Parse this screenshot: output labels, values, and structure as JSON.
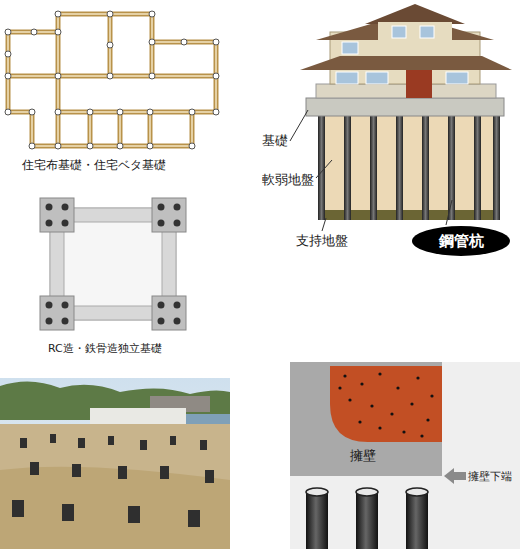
{
  "diagram": {
    "nodes": [
      {
        "text": [
          "鋼管杭"
        ]
      },
      {
        "text": [
          "擁壁"
        ]
      }
    ],
    "labels": [
      "住宅布基礎・住宅ベタ基礎",
      "基礎",
      "軟弱地盤",
      "支持地盤",
      "RC造・鉄骨造独立基礎",
      "擁壁下端"
    ]
  }
}
